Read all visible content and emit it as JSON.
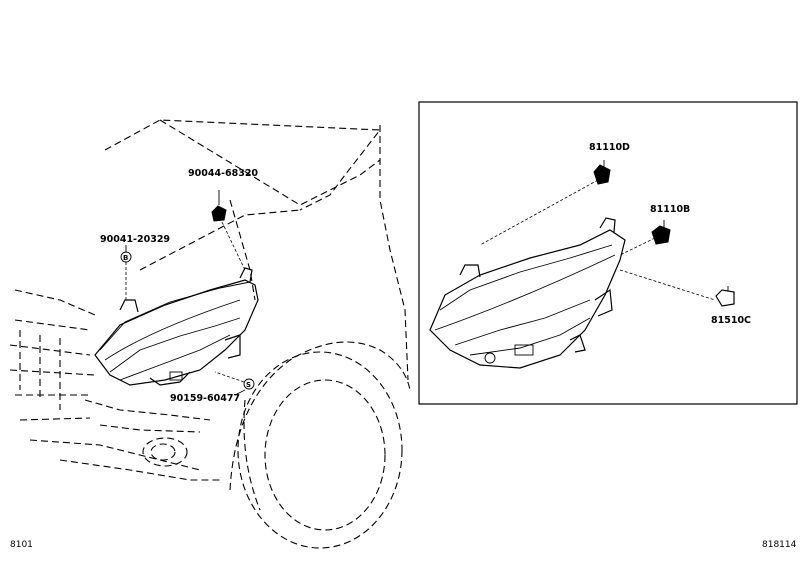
{
  "labels": {
    "part_90044": "90044-68320",
    "part_90041": "90041-20329",
    "part_90159": "90159-60477",
    "part_81110D": "81110D",
    "part_81110B": "81110B",
    "part_81510C": "81510C",
    "marker_b": "B",
    "marker_s": "S"
  },
  "footer": {
    "left_code": "8101",
    "right_code": "818114"
  }
}
